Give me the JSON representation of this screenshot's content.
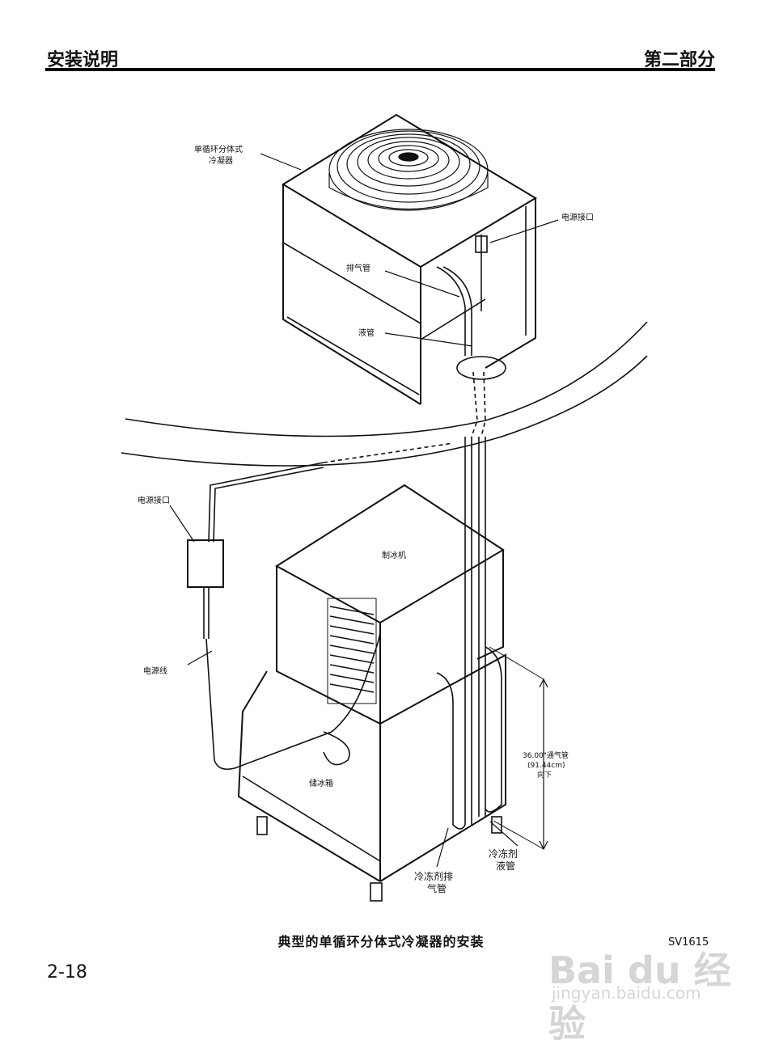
{
  "header": {
    "left_title": "安装说明",
    "right_title": "第二部分"
  },
  "labels": {
    "condenser": [
      "单循环分体式",
      "冷凝器"
    ],
    "power_top": "电源接口",
    "discharge_pipe": "排气管",
    "liquid_pipe": "液管",
    "power_left": "电源接口",
    "ice_machine": "制冰机",
    "power_cord": "电源线",
    "bin": "储冰箱",
    "vent": [
      "36.00\"通气管",
      "(91.44cm)",
      "向下"
    ],
    "refrigerant_liquid": [
      "冷冻剂",
      "液管"
    ],
    "refrigerant_discharge": [
      "冷冻剂排",
      "气管"
    ]
  },
  "caption": "典型的单循环分体式冷凝器的安装",
  "figure_code": "SV1615",
  "page_number": "2-18",
  "watermark": {
    "logo": "Bai du 经验",
    "url": "jingyan.baidu.com"
  }
}
